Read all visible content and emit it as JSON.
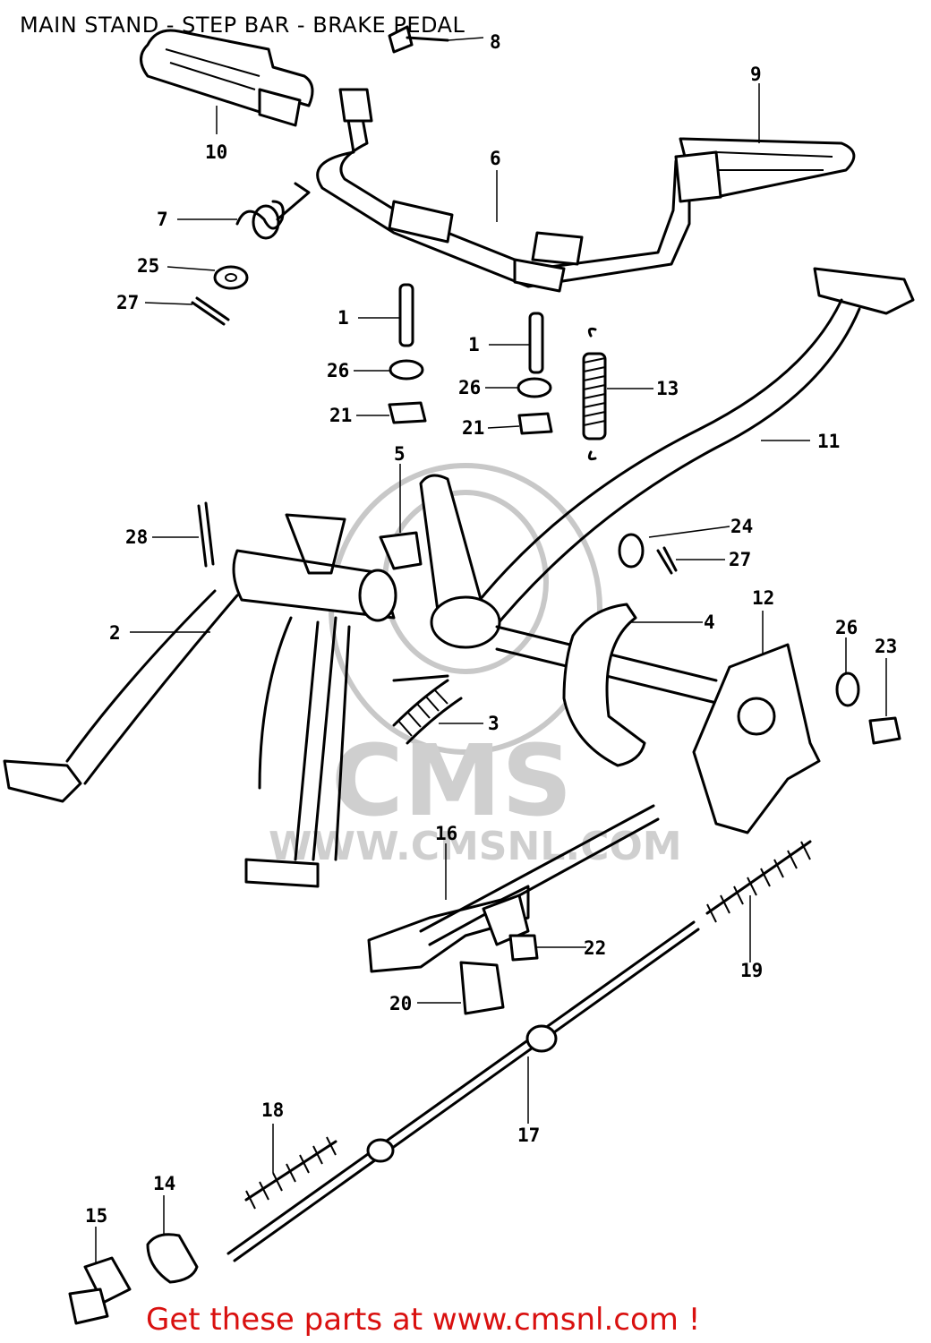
{
  "title": "MAIN STAND - STEP BAR - BRAKE PEDAL",
  "footer": "Get these parts at www.cmsnl.com !",
  "watermark": {
    "logo": "CMS",
    "url": "WWW.CMSNL.COM"
  },
  "colors": {
    "footer": "#d9100f",
    "ink": "#000000",
    "watermark": "#cfcfcf"
  },
  "callouts": [
    {
      "id": "c1a",
      "label": "1"
    },
    {
      "id": "c1b",
      "label": "1"
    },
    {
      "id": "c2",
      "label": "2"
    },
    {
      "id": "c3",
      "label": "3"
    },
    {
      "id": "c4",
      "label": "4"
    },
    {
      "id": "c5",
      "label": "5"
    },
    {
      "id": "c6",
      "label": "6"
    },
    {
      "id": "c7",
      "label": "7"
    },
    {
      "id": "c8",
      "label": "8"
    },
    {
      "id": "c9",
      "label": "9"
    },
    {
      "id": "c10",
      "label": "10"
    },
    {
      "id": "c11",
      "label": "11"
    },
    {
      "id": "c12",
      "label": "12"
    },
    {
      "id": "c13",
      "label": "13"
    },
    {
      "id": "c14",
      "label": "14"
    },
    {
      "id": "c15",
      "label": "15"
    },
    {
      "id": "c16",
      "label": "16"
    },
    {
      "id": "c17",
      "label": "17"
    },
    {
      "id": "c18",
      "label": "18"
    },
    {
      "id": "c19",
      "label": "19"
    },
    {
      "id": "c20",
      "label": "20"
    },
    {
      "id": "c21a",
      "label": "21"
    },
    {
      "id": "c21b",
      "label": "21"
    },
    {
      "id": "c22",
      "label": "22"
    },
    {
      "id": "c23",
      "label": "23"
    },
    {
      "id": "c24",
      "label": "24"
    },
    {
      "id": "c25",
      "label": "25"
    },
    {
      "id": "c26a",
      "label": "26"
    },
    {
      "id": "c26b",
      "label": "26"
    },
    {
      "id": "c26c",
      "label": "26"
    },
    {
      "id": "c27a",
      "label": "27"
    },
    {
      "id": "c27b",
      "label": "27"
    },
    {
      "id": "c28",
      "label": "28"
    }
  ]
}
